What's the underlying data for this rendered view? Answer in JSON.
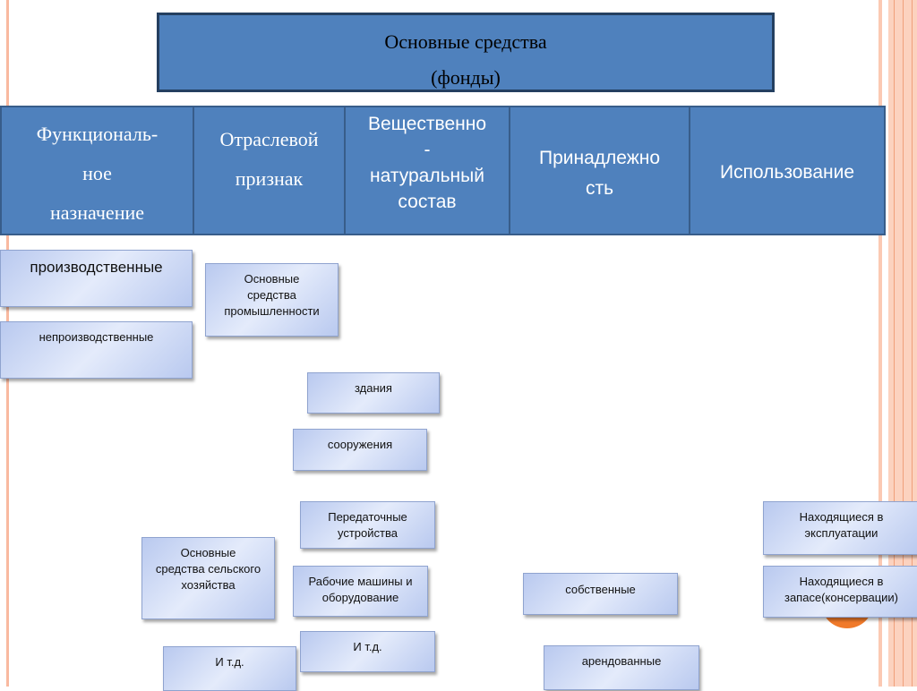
{
  "title": {
    "line1": "Основные средства",
    "line2": "(фонды)"
  },
  "categories": [
    "Функциональ-\nное\nназначение",
    "Отраслевой\nпризнак",
    "Вещественно\n-\nнатуральный\nсостав",
    "Принадлежно\nсть",
    "Использование"
  ],
  "boxes": {
    "productive": "производственные",
    "nonproductive": "непроизводственные",
    "industry": "Основные\nсредства\nпромышленности",
    "agriculture": "Основные\nсредства сельского\nхозяйства",
    "etc_left": "И т.д.",
    "buildings": "здания",
    "structures": "сооружения",
    "transmission": "Передаточные\nустройства",
    "machines": "Рабочие машины и\nоборудование",
    "etc_mid": "И т.д.",
    "own": "собственные",
    "leased": "арендованные",
    "in_operation": "Находящиеся в\nэксплуатации",
    "in_reserve": "Находящиеся в\nзапасе(консервации)"
  }
}
